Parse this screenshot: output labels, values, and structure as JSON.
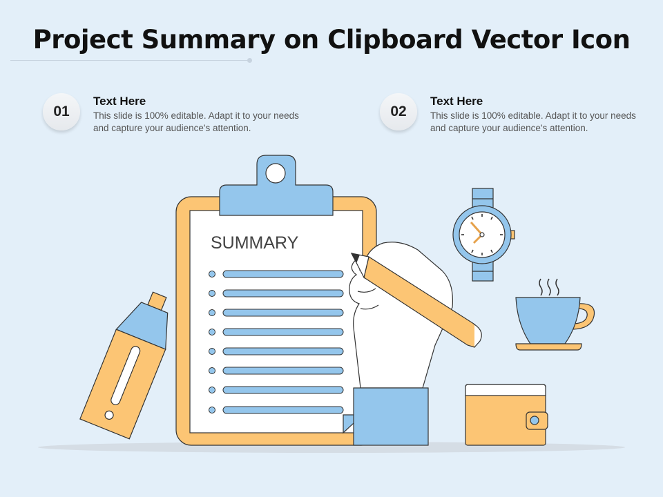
{
  "slide": {
    "title": "Project Summary on Clipboard Vector Icon"
  },
  "points": [
    {
      "number": "01",
      "heading": "Text Here",
      "body": "This slide is 100% editable. Adapt it to your needs and capture your audience's attention."
    },
    {
      "number": "02",
      "heading": "Text Here",
      "body": "This slide is 100% editable. Adapt it to your needs and capture your audience's attention."
    }
  ],
  "illustration": {
    "clipboard_label": "SUMMARY",
    "colors": {
      "background": "#e3eff9",
      "orange": "#fcc574",
      "blue": "#94c6ec",
      "outline": "#333333",
      "paper": "#ffffff",
      "shadow": "#d5dde5"
    },
    "icons": [
      "clipboard-icon",
      "hand-with-pencil-icon",
      "highlighter-icon",
      "wristwatch-icon",
      "coffee-cup-icon",
      "wallet-icon"
    ]
  }
}
